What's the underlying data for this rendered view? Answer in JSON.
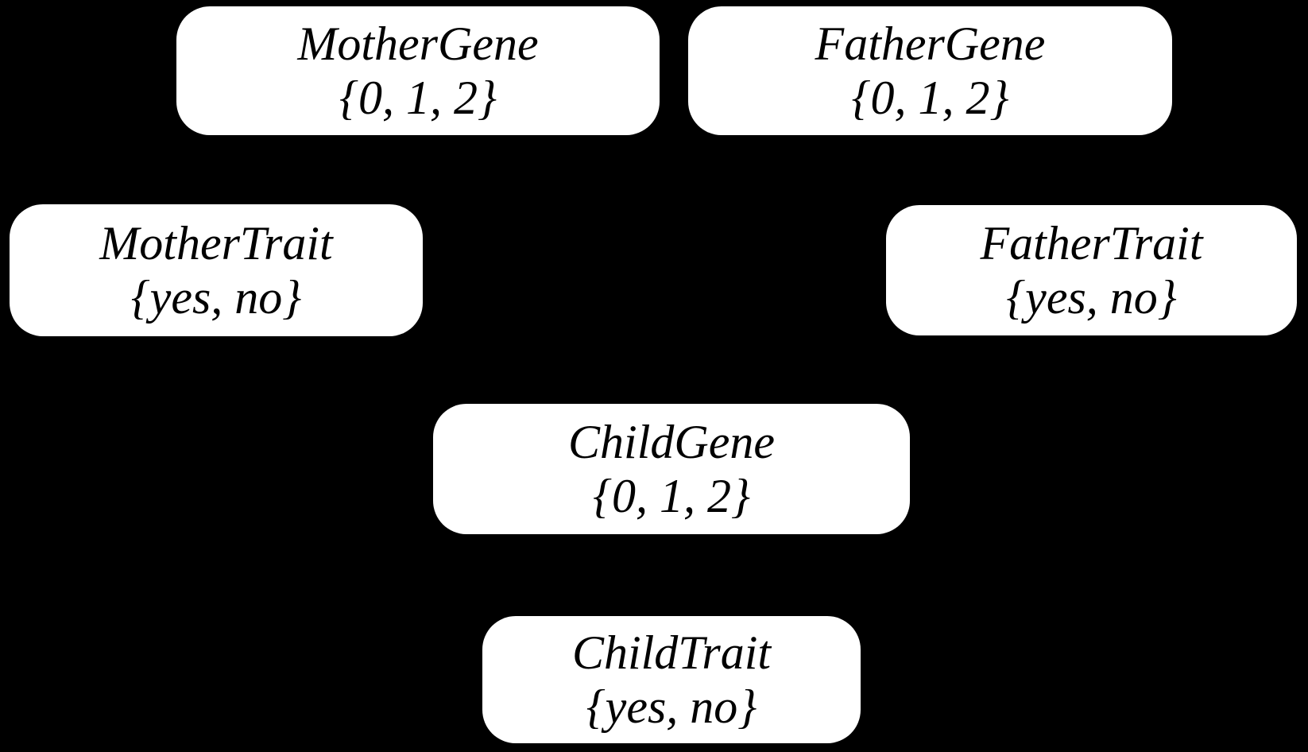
{
  "diagram": {
    "background_color": "#000000",
    "node_fill_color": "#ffffff",
    "node_text_color": "#000000",
    "nodes": [
      {
        "name": "MotherGene",
        "domain": "{0, 1, 2}"
      },
      {
        "name": "FatherGene",
        "domain": "{0, 1, 2}"
      },
      {
        "name": "MotherTrait",
        "domain": "{yes, no}"
      },
      {
        "name": "FatherTrait",
        "domain": "{yes, no}"
      },
      {
        "name": "ChildGene",
        "domain": "{0, 1, 2}"
      },
      {
        "name": "ChildTrait",
        "domain": "{yes, no}"
      }
    ]
  }
}
